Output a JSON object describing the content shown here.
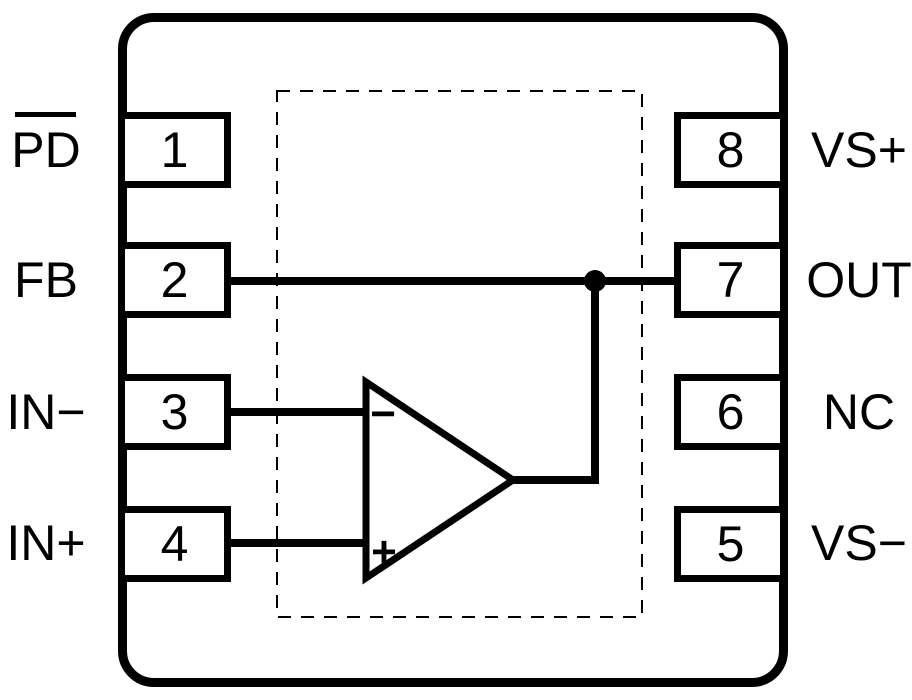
{
  "figure": {
    "type": "ic-pinout-functional-block-diagram",
    "colors": {
      "line": "#000000",
      "background": "#ffffff"
    },
    "package": {
      "left_pins": [
        {
          "number": "1",
          "label": "PD",
          "overline": true
        },
        {
          "number": "2",
          "label": "FB",
          "overline": false
        },
        {
          "number": "3",
          "label": "IN−",
          "overline": false
        },
        {
          "number": "4",
          "label": "IN+",
          "overline": false
        }
      ],
      "right_pins": [
        {
          "number": "8",
          "label": "VS+",
          "overline": false
        },
        {
          "number": "7",
          "label": "OUT",
          "overline": false
        },
        {
          "number": "6",
          "label": "NC",
          "overline": false
        },
        {
          "number": "5",
          "label": "VS−",
          "overline": false
        }
      ]
    },
    "opamp": {
      "inverting_input_marker": "−",
      "non_inverting_input_marker": "+"
    }
  }
}
